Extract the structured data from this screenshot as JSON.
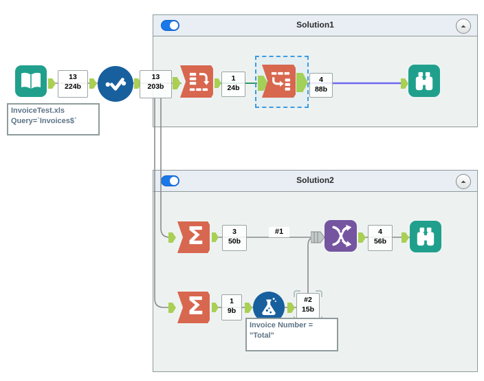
{
  "containers": [
    {
      "title": "Solution1",
      "toggle_on": true
    },
    {
      "title": "Solution2",
      "toggle_on": true
    }
  ],
  "badges": {
    "input_out": {
      "count": "13",
      "size": "224b"
    },
    "select_out": {
      "count": "13",
      "size": "203b"
    },
    "transpose_out": {
      "count": "1",
      "size": "24b"
    },
    "crosstab_out": {
      "count": "4",
      "size": "88b"
    },
    "summarize1_out": {
      "count": "3",
      "size": "50b"
    },
    "summarize2_out": {
      "count": "1",
      "size": "9b"
    },
    "formula_out": {
      "count": "#2",
      "size": "15b"
    },
    "union_out": {
      "count": "4",
      "size": "56b"
    }
  },
  "connection_labels": {
    "union_input1": "#1"
  },
  "annotations": {
    "input_tool": {
      "line1": "InvoiceTest.xls",
      "line2": "Query=`Invoices$`"
    },
    "formula_tool": {
      "line1": "Invoice Number =",
      "line2": "\"Total\""
    }
  },
  "icons": {
    "sigma_glyph": "Σ"
  },
  "colors": {
    "tool_teal": "#20a08c",
    "tool_salmon": "#d8674f",
    "tool_blue": "#185f9e",
    "tool_purple": "#7555a0",
    "anchor_green": "#a9cf53",
    "wire_gray": "#8a8a8a",
    "wire_green": "#2f9668",
    "wire_violet": "#6f68ef",
    "container_bg": "#edf2f1",
    "header_bg": "#e8eef4",
    "toggle_blue": "#1b78e8",
    "selection_blue": "#3d9be0"
  }
}
